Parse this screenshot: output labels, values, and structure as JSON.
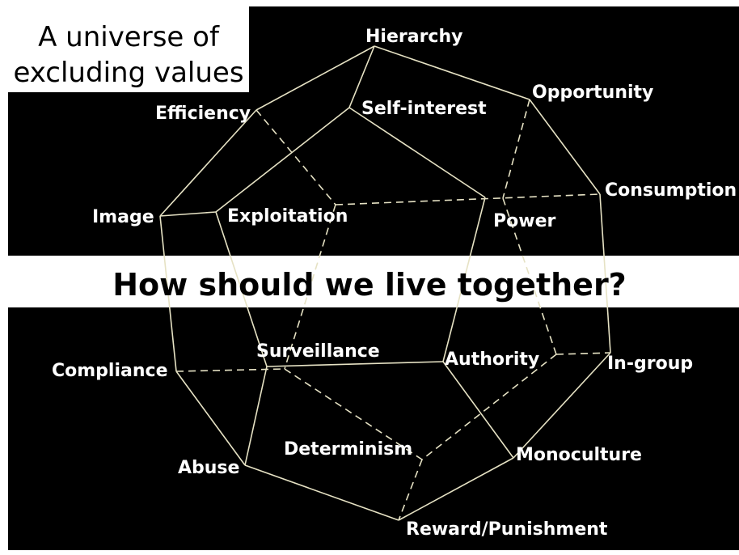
{
  "title": [
    "A universe of",
    "excluding values"
  ],
  "question": "How should we live together?",
  "colors": {
    "background": "#000000",
    "band": "#ffffff",
    "edge": "#e6e2c4",
    "label": "#ffffff"
  },
  "nodes": {
    "hierarchy": "Hierarchy",
    "opportunity": "Opportunity",
    "efficiency": "Efficiency",
    "self_interest": "Self-interest",
    "consumption": "Consumption",
    "image": "Image",
    "exploitation": "Exploitation",
    "power": "Power",
    "compliance": "Compliance",
    "surveillance": "Surveillance",
    "authority": "Authority",
    "in_group": "In-group",
    "determinism": "Determinism",
    "monoculture": "Monoculture",
    "abuse": "Abuse",
    "reward_punishment": "Reward/Punishment"
  }
}
